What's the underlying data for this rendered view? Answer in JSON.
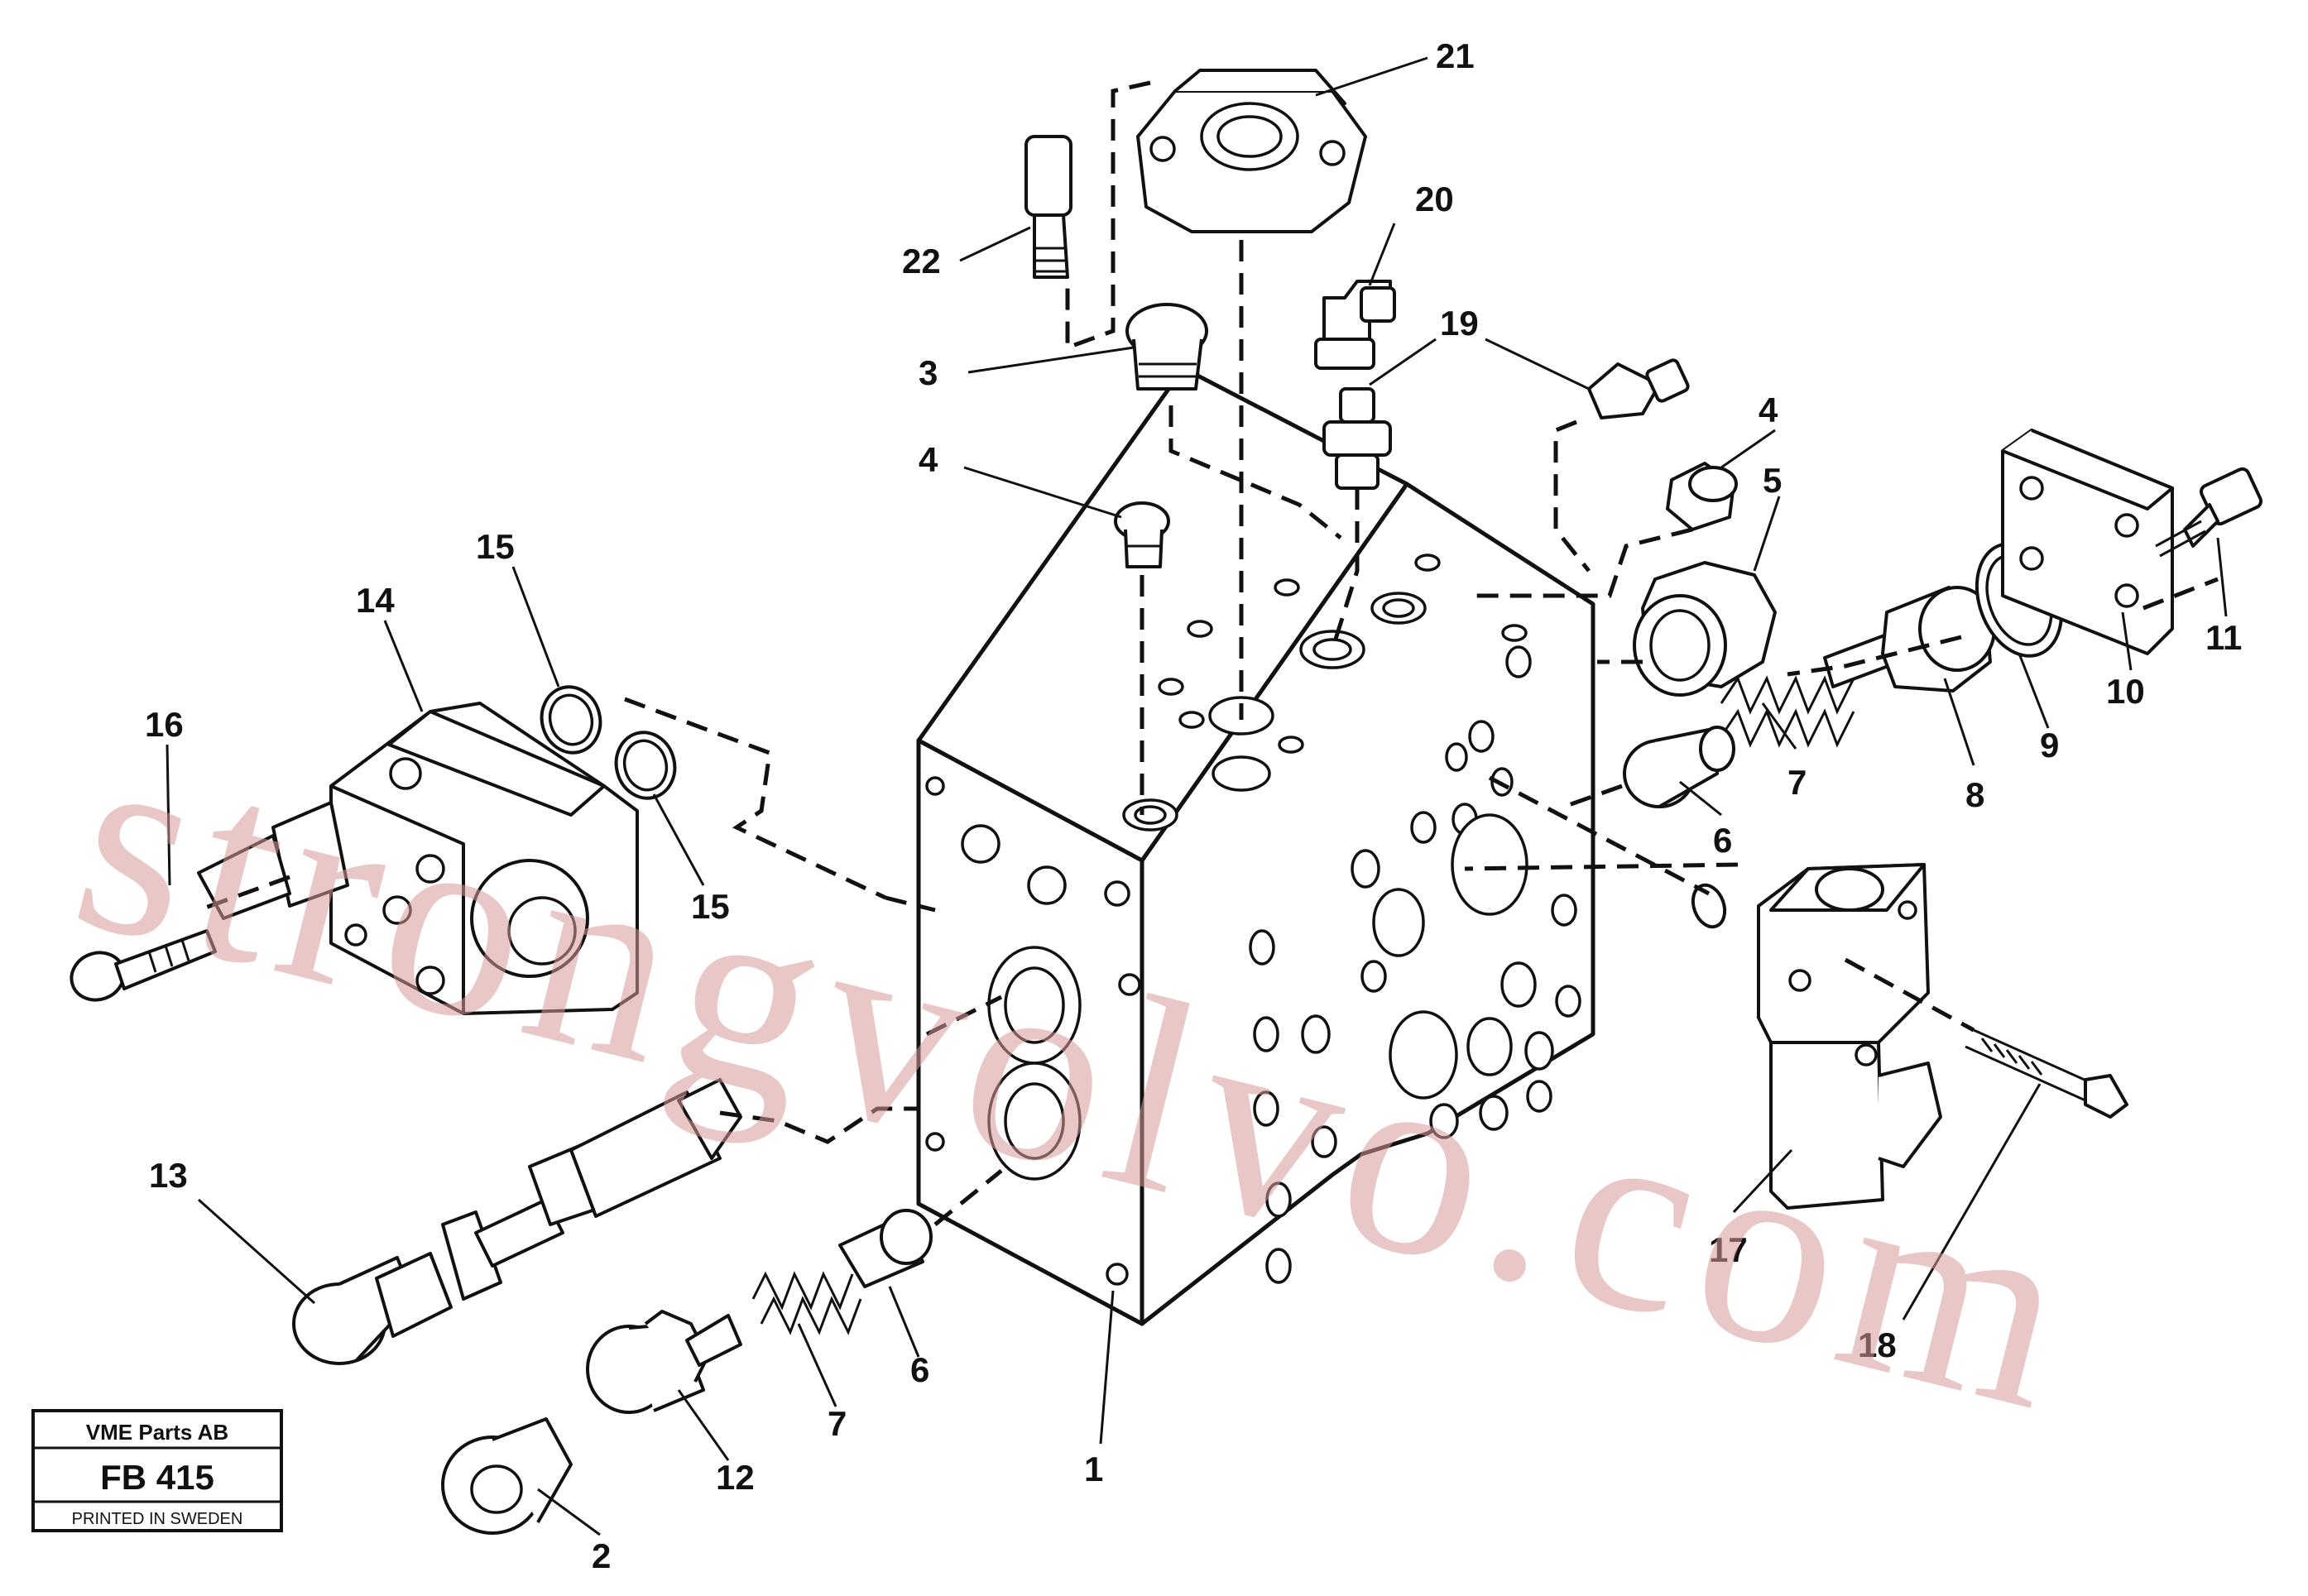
{
  "stamp": {
    "company": "VME Parts AB",
    "code": "FB 415",
    "printed": "PRINTED IN SWEDEN"
  },
  "watermark": "strongvolvo.com",
  "callouts": [
    "1",
    "2",
    "3",
    "4",
    "4",
    "5",
    "6",
    "6",
    "7",
    "7",
    "8",
    "9",
    "10",
    "11",
    "12",
    "13",
    "14",
    "15",
    "15",
    "16",
    "17",
    "18",
    "19",
    "20",
    "21",
    "22"
  ]
}
